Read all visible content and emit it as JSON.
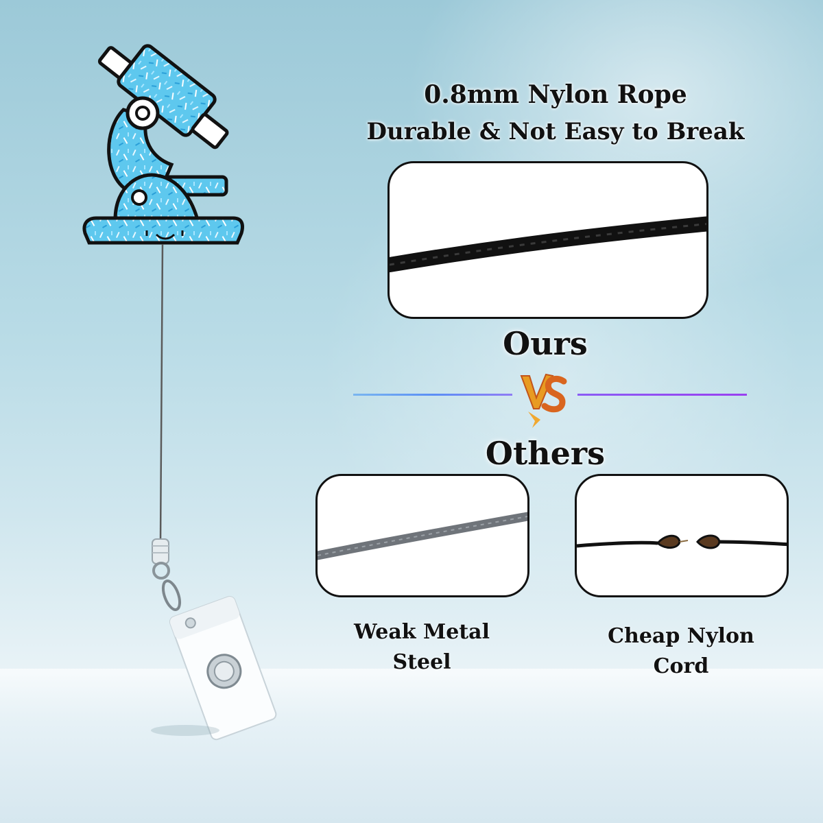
{
  "headline": {
    "line1": "0.8mm Nylon Rope",
    "line2": "Durable & Not Easy to Break"
  },
  "comparison": {
    "ours_label": "Ours",
    "vs_label": "VS",
    "others_label": "Others",
    "others_items": [
      {
        "line1": "Weak Metal",
        "line2": "Steel"
      },
      {
        "line1": "Cheap Nylon",
        "line2": "Cord"
      }
    ]
  },
  "colors": {
    "panel_border": "#111111",
    "divider_left": "#5b8ff5",
    "divider_right": "#9a3ff0",
    "vs_fill": "#e8a020",
    "glitter": "#5ec8ee"
  }
}
